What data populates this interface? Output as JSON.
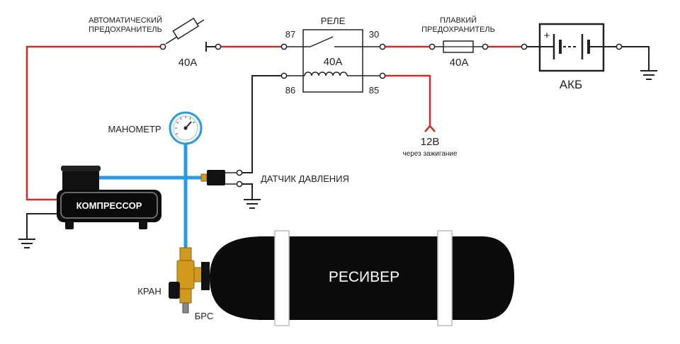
{
  "labels": {
    "auto_fuse_line1": "АВТОМАТИЧЕСКИЙ",
    "auto_fuse_line2": "ПРЕДОХРАНИТЕЛЬ",
    "auto_fuse_rating": "40А",
    "relay_title": "РЕЛЕ",
    "relay_pin_87": "87",
    "relay_pin_30": "30",
    "relay_pin_86": "86",
    "relay_pin_85": "85",
    "relay_rating": "40А",
    "blade_fuse_line1": "ПЛАВКИЙ",
    "blade_fuse_line2": "ПРЕДОХРАНИТЕЛЬ",
    "blade_fuse_rating": "40А",
    "battery": "АКБ",
    "battery_plus": "+",
    "ignition_voltage": "12В",
    "ignition_note": "через зажигание",
    "manometer": "МАНОМЕТР",
    "pressure_sensor": "ДАТЧИК ДАВЛЕНИЯ",
    "compressor": "КОМПРЕССОР",
    "receiver": "РЕСИВЕР",
    "valve": "КРАН",
    "quick_coupler": "БРС"
  },
  "colors": {
    "power_wire": "#d42a2a",
    "signal_wire": "#222222",
    "air_line": "#2a9be0",
    "brass": "#d19a1e",
    "body_black": "#0b0b0b"
  }
}
